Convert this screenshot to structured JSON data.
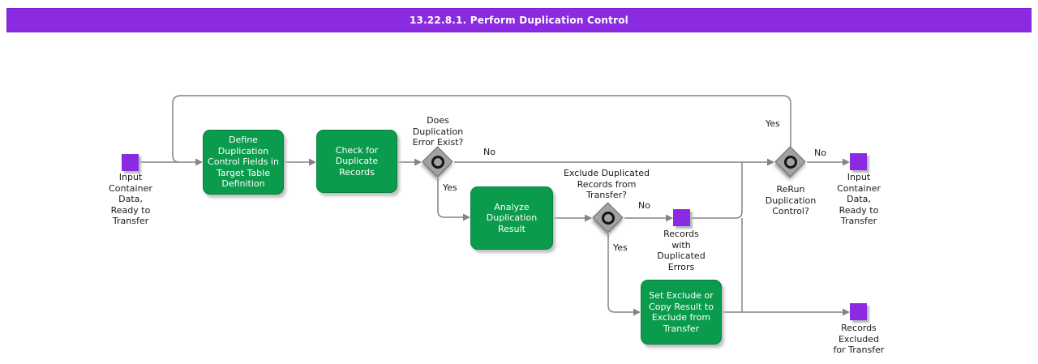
{
  "title": "13.22.8.1. Perform Duplication Control",
  "colors": {
    "header_bg": "#8a2be2",
    "task_fill": "#0b9b4d",
    "event_fill": "#8a2be2",
    "connector": "#848484",
    "label_text": "#1a1a1a",
    "task_text": "#ffffff"
  },
  "nodes": {
    "start_event": {
      "label": "Input\nContainer\nData,\nReady to\nTransfer"
    },
    "define_task": {
      "label": "Define\nDuplication\nControl Fields in\nTarget Table\nDefinition"
    },
    "check_task": {
      "label": "Check for\nDuplicate\nRecords"
    },
    "error_gateway": {
      "label": "Does\nDuplication\nError Exist?"
    },
    "analyze_task": {
      "label": "Analyze\nDuplication\nResult"
    },
    "exclude_gateway": {
      "label": "Exclude Duplicated\nRecords from\nTransfer?"
    },
    "dup_errors_event": {
      "label": "Records\nwith\nDuplicated\nErrors"
    },
    "set_exclude_task": {
      "label": "Set Exclude or\nCopy Result to\nExclude from\nTransfer"
    },
    "excluded_event": {
      "label": "Records\nExcluded\nfor Transfer"
    },
    "rerun_gateway": {
      "label": "ReRun\nDuplication\nControl?"
    },
    "end_event": {
      "label": "Input\nContainer\nData,\nReady to\nTransfer"
    }
  },
  "edge_labels": {
    "error_no": "No",
    "error_yes": "Yes",
    "exclude_no": "No",
    "exclude_yes": "Yes",
    "rerun_yes": "Yes",
    "rerun_no": "No"
  }
}
